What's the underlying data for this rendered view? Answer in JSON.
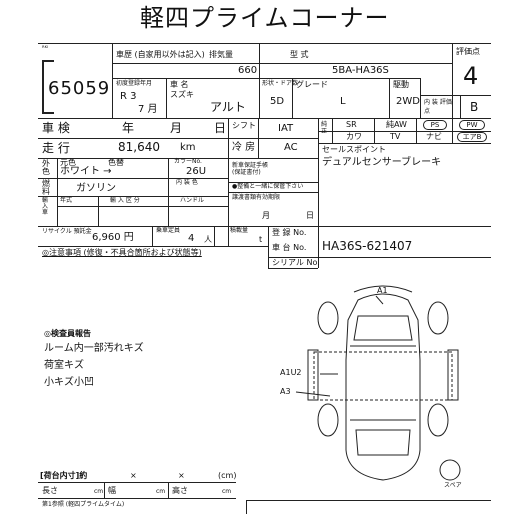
{
  "title": "軽四プライムコーナー",
  "header": {
    "corner_mark": "ᴿᴷᴵ",
    "lot_number": "65059",
    "history_label": "車歴 (自家用以外は記入)",
    "displacement_label": "排気量",
    "displacement": "660",
    "model_label": "型 式",
    "model": "5BA-HA36S",
    "rating_label": "評価点",
    "rating": "4",
    "first_reg_label": "初度登録年月",
    "first_reg_era": "R 3",
    "first_reg_month": "7 月",
    "car_name_label": "車 名",
    "maker": "スズキ",
    "car_name": "アルト",
    "doors_label": "形状・ドア数",
    "doors": "5D",
    "grade_label": "グレード",
    "grade": "L",
    "drive_label": "駆動",
    "drive": "2WD",
    "interior_label": "内 装 評価点",
    "interior": "B"
  },
  "specs": {
    "shaken_label": "車 検",
    "year_label": "年",
    "month_label": "月",
    "day_label": "日",
    "mileage_label": "走 行",
    "mileage": "81,640",
    "mileage_unit": "km",
    "exterior_color_label": "外 色",
    "original_color_label": "元色",
    "color_change_label": "色替",
    "color_no_label": "カラーNo.",
    "color": "ホワイト →",
    "color_no": "26U",
    "interior_color_label": "内 装 色",
    "fuel_label": "燃 料",
    "fuel": "ガソリン",
    "import_label": "輸入車",
    "import_year_label": "年式",
    "import_class_label": "輸 入 区 分",
    "steering_label": "ハンドル",
    "recycle_label": "リサイクル 預託金",
    "recycle_fee": "6,960 円",
    "capacity_label": "乗車定員",
    "capacity": "4",
    "capacity_unit": "人",
    "load_label": "積載量",
    "load_unit": "t",
    "shift_label": "シフト",
    "shift": "IAT",
    "ac_label": "冷 房",
    "ac": "AC",
    "new_warranty_label": "新車保証手帳 (保証書付)",
    "maintenance_label": "●整備と一緒に保管下さい",
    "tax_label": "譲渡書類有効期限",
    "month2_label": "月",
    "day2_label": "日",
    "reg_no_label": "登 録 No.",
    "chassis_label": "車 台 No.",
    "chassis_no": "HA36S-621407",
    "serial_label": "シリアル No.",
    "equip_label": "純正",
    "sr": "SR",
    "aw": "純AW",
    "ps": "PS",
    "pw": "PW",
    "leather": "革",
    "kawa": "カワ",
    "tv": "TV",
    "navi": "ナビ",
    "airbag": "エアB",
    "sales_point_label": "セールスポイント",
    "sales_point": "デュアルセンサーブレーキ"
  },
  "notes": {
    "notes_label": "◎注意事項 (修復・不具合箇所および状態等)",
    "inspector_label": "◎検査員報告",
    "inspector_lines": [
      "ルーム内一部汚れキズ",
      "荷室キズ",
      "小キズ小凹"
    ]
  },
  "diagram": {
    "labels": [
      "A1",
      "A1U2",
      "A3"
    ],
    "spare_label": "スペア"
  },
  "footer": {
    "cargo_label": "[荷台内寸]約",
    "x1": "×",
    "x2": "×",
    "cm": "(cm)",
    "length_label": "長さ",
    "width_label": "幅",
    "height_label": "高さ",
    "unit": "cm",
    "bottom_line": "第1参照 (軽四プライムタイム)"
  }
}
